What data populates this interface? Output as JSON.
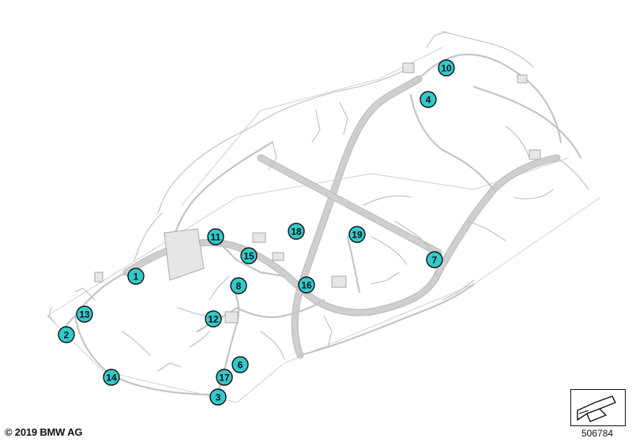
{
  "footer": {
    "copyright": "© 2019 BMW AG",
    "reference_number": "506784"
  },
  "icons": {
    "view_orientation": "isometric-view-arrow-icon"
  },
  "colors": {
    "callout_fill": "#33c9c9",
    "callout_stroke": "#111111",
    "wire": "#c4c4c4"
  },
  "callouts": [
    {
      "id": "1",
      "label": "1"
    },
    {
      "id": "2",
      "label": "2"
    },
    {
      "id": "3",
      "label": "3"
    },
    {
      "id": "4",
      "label": "4"
    },
    {
      "id": "6",
      "label": "6"
    },
    {
      "id": "7",
      "label": "7"
    },
    {
      "id": "8",
      "label": "8"
    },
    {
      "id": "10",
      "label": "10"
    },
    {
      "id": "11",
      "label": "11"
    },
    {
      "id": "12",
      "label": "12"
    },
    {
      "id": "13",
      "label": "13"
    },
    {
      "id": "14",
      "label": "14"
    },
    {
      "id": "15",
      "label": "15"
    },
    {
      "id": "16",
      "label": "16"
    },
    {
      "id": "17",
      "label": "17"
    },
    {
      "id": "18",
      "label": "18"
    },
    {
      "id": "19",
      "label": "19"
    }
  ]
}
